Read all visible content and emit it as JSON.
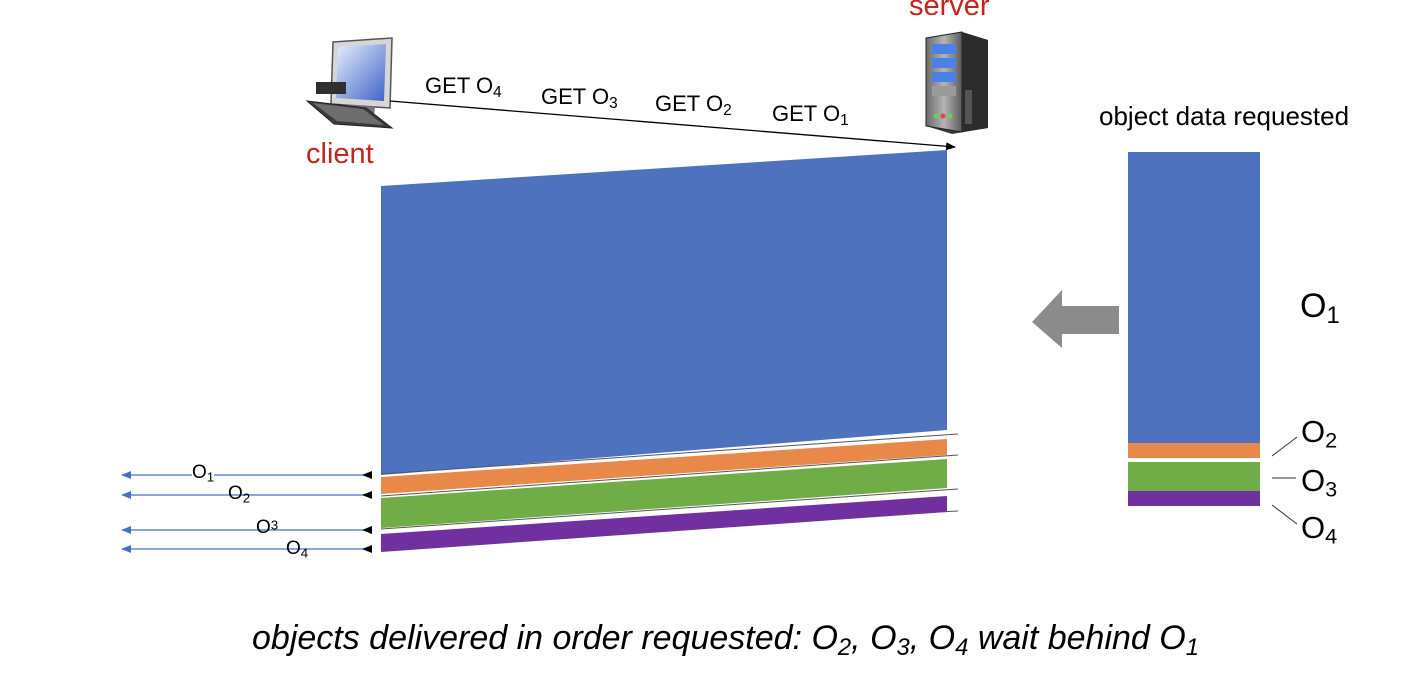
{
  "labels": {
    "server": "server",
    "client": "client",
    "object_data_requested": "object data requested"
  },
  "requests": [
    {
      "prefix": "GET O",
      "sub": "4"
    },
    {
      "prefix": "GET O",
      "sub": "3"
    },
    {
      "prefix": "GET O",
      "sub": "2"
    },
    {
      "prefix": "GET O",
      "sub": "1"
    }
  ],
  "objects": [
    {
      "letter": "O",
      "sub": "1",
      "color": "#4e72bd"
    },
    {
      "letter": "O",
      "sub": "2",
      "color": "#e8894a"
    },
    {
      "letter": "O",
      "sub": "3",
      "color": "#70ad47"
    },
    {
      "letter": "O",
      "sub": "4",
      "color": "#7030a0"
    }
  ],
  "arrow_color": "#4472c4",
  "big_arrow_color": "#8c8c8c",
  "caption": {
    "lead": "objects delivered in order requested: ",
    "items": [
      {
        "letter": "O",
        "sub": "2",
        "after": ", "
      },
      {
        "letter": "O",
        "sub": "3",
        "after": ", "
      },
      {
        "letter": "O",
        "sub": "4",
        "after": " wait behind "
      },
      {
        "letter": "O",
        "sub": "1",
        "after": ""
      }
    ]
  }
}
